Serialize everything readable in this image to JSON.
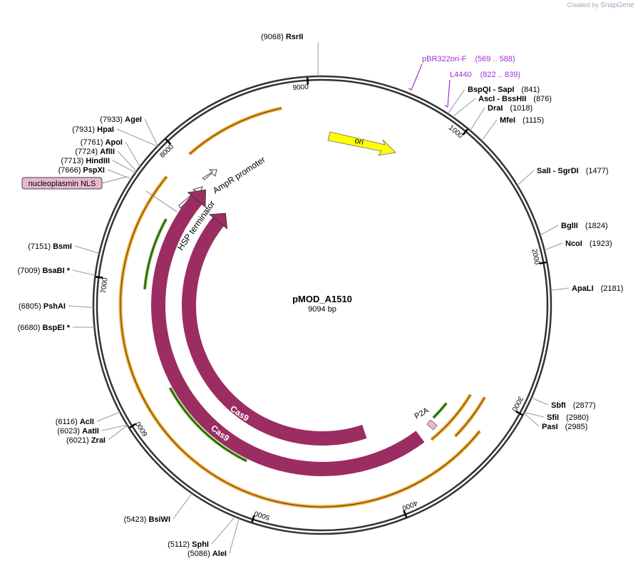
{
  "watermark": {
    "prefix": "Created by",
    "brand": "SnapGene"
  },
  "plasmid": {
    "name": "pMOD_A1510",
    "length_label": "9094 bp",
    "length": 9094
  },
  "colors": {
    "cas9": "#9b2d62",
    "ori": "#ffff00",
    "orange": "#f0b040",
    "green": "#5a9e28",
    "primer": "#a030d0",
    "nls": "#e8a8c0"
  },
  "tick_marks": [
    {
      "bp": 1000,
      "label": "1000"
    },
    {
      "bp": 2000,
      "label": "2000"
    },
    {
      "bp": 3000,
      "label": "3000"
    },
    {
      "bp": 4000,
      "label": "4000"
    },
    {
      "bp": 5000,
      "label": "5000"
    },
    {
      "bp": 6000,
      "label": "6000"
    },
    {
      "bp": 7000,
      "label": "7000"
    },
    {
      "bp": 8000,
      "label": "8000"
    },
    {
      "bp": 9000,
      "label": "9000"
    }
  ],
  "sites": [
    {
      "name": "RsrII",
      "pos": "(9068)",
      "bp": 9068,
      "side": "top"
    },
    {
      "name": "BspQI",
      "name2": "SapI",
      "pos": "(841)",
      "bp": 841,
      "side": "right"
    },
    {
      "name": "AscI",
      "name2": "BssHII",
      "pos": "(876)",
      "bp": 876,
      "side": "right"
    },
    {
      "name": "DraI",
      "pos": "(1018)",
      "bp": 1018,
      "side": "right"
    },
    {
      "name": "MfeI",
      "pos": "(1115)",
      "bp": 1115,
      "side": "right"
    },
    {
      "name": "SalI",
      "name2": "SgrDI",
      "pos": "(1477)",
      "bp": 1477,
      "side": "right"
    },
    {
      "name": "BglII",
      "pos": "(1824)",
      "bp": 1824,
      "side": "right"
    },
    {
      "name": "NcoI",
      "pos": "(1923)",
      "bp": 1923,
      "side": "right"
    },
    {
      "name": "ApaLI",
      "pos": "(2181)",
      "bp": 2181,
      "side": "right"
    },
    {
      "name": "SbfI",
      "pos": "(2877)",
      "bp": 2877,
      "side": "right"
    },
    {
      "name": "SfiI",
      "pos": "(2980)",
      "bp": 2980,
      "side": "right"
    },
    {
      "name": "PasI",
      "pos": "(2985)",
      "bp": 2985,
      "side": "right"
    },
    {
      "name": "AleI",
      "pos": "(5086)",
      "bp": 5086,
      "side": "left"
    },
    {
      "name": "SphI",
      "pos": "(5112)",
      "bp": 5112,
      "side": "left"
    },
    {
      "name": "BsiWI",
      "pos": "(5423)",
      "bp": 5423,
      "side": "left"
    },
    {
      "name": "ZraI",
      "pos": "(6021)",
      "bp": 6021,
      "side": "left"
    },
    {
      "name": "AatII",
      "pos": "(6023)",
      "bp": 6023,
      "side": "left"
    },
    {
      "name": "AclI",
      "pos": "(6116)",
      "bp": 6116,
      "side": "left"
    },
    {
      "name": "BspEI *",
      "pos": "(6680)",
      "bp": 6680,
      "side": "left"
    },
    {
      "name": "PshAI",
      "pos": "(6805)",
      "bp": 6805,
      "side": "left"
    },
    {
      "name": "BsaBI *",
      "pos": "(7009)",
      "bp": 7009,
      "side": "left"
    },
    {
      "name": "BsmI",
      "pos": "(7151)",
      "bp": 7151,
      "side": "left"
    },
    {
      "name": "PspXI",
      "pos": "(7666)",
      "bp": 7666,
      "side": "left"
    },
    {
      "name": "HindIII",
      "pos": "(7713)",
      "bp": 7713,
      "side": "left"
    },
    {
      "name": "AflII",
      "pos": "(7724)",
      "bp": 7724,
      "side": "left"
    },
    {
      "name": "ApoI",
      "pos": "(7761)",
      "bp": 7761,
      "side": "left"
    },
    {
      "name": "HpaI",
      "pos": "(7931)",
      "bp": 7931,
      "side": "left"
    },
    {
      "name": "AgeI",
      "pos": "(7933)",
      "bp": 7933,
      "side": "left"
    }
  ],
  "primers": [
    {
      "name": "pBR322ori-F",
      "range": "(569 .. 588)",
      "bp": 579
    },
    {
      "name": "L4440",
      "range": "(822 .. 839)",
      "bp": 831
    }
  ],
  "features": {
    "ori": {
      "label": "ori"
    },
    "cas9_outer": {
      "label": "Cas9"
    },
    "cas9_inner": {
      "label": "Cas9"
    },
    "p2a": {
      "label": "P2A"
    },
    "hsp_terminator": {
      "label": "HSP terminator"
    },
    "ampr_promoter": {
      "label": "AmpR promoter"
    },
    "nls": {
      "label": "nucleoplasmin NLS"
    }
  }
}
